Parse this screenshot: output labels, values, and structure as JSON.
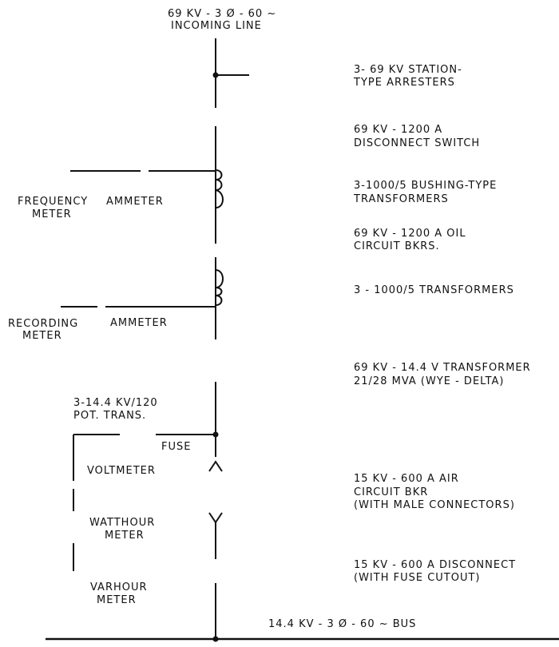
{
  "incoming": {
    "line1": "69 KV - 3 Ø - 60 ~",
    "line2": "INCOMING LINE"
  },
  "right_labels": {
    "arresters": [
      "3- 69 KV STATION-",
      "TYPE ARRESTERS"
    ],
    "disconnect": [
      "69 KV - 1200 A",
      "DISCONNECT SWITCH"
    ],
    "bushing_ct": [
      "3-1000/5 BUSHING-TYPE",
      "TRANSFORMERS"
    ],
    "oil_breakers": [
      "69 KV - 1200 A OIL",
      "CIRCUIT BKRS."
    ],
    "ct2": [
      "3 - 1000/5 TRANSFORMERS"
    ],
    "power_transformer": [
      "69 KV - 14.4 V TRANSFORMER",
      "21/28 MVA (WYE - DELTA)"
    ],
    "air_breaker": [
      "15 KV - 600 A AIR",
      "CIRCUIT BKR",
      "(WITH MALE CONNECTORS)"
    ],
    "fuse_disconnect": [
      "15 KV - 600 A DISCONNECT",
      "(WITH FUSE CUTOUT)"
    ]
  },
  "left_labels": {
    "frequency_meter": [
      "FREQUENCY",
      "METER"
    ],
    "ammeter_1": "AMMETER",
    "recording_meter": [
      "RECORDING",
      "METER"
    ],
    "ammeter_2": "AMMETER",
    "pot_trans": [
      "3-14.4 KV/120",
      "POT. TRANS."
    ],
    "fuse": "FUSE",
    "voltmeter": "VOLTMETER",
    "watthour_meter": [
      "WATTHOUR",
      "METER"
    ],
    "varhour_meter": [
      "VARHOUR",
      "METER"
    ]
  },
  "bus": {
    "label": "14.4 KV - 3 Ø - 60 ~ BUS"
  }
}
